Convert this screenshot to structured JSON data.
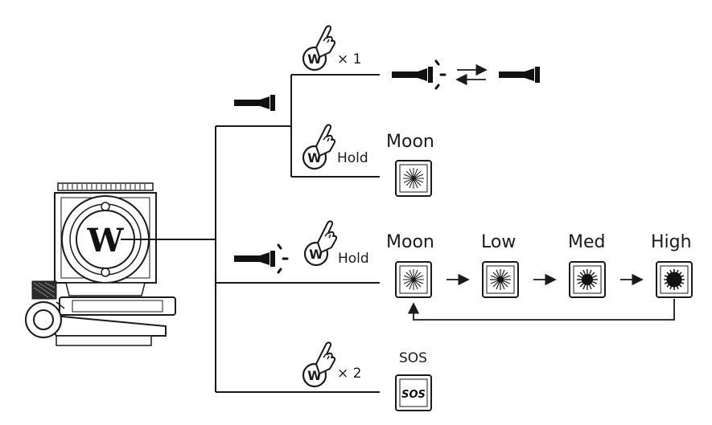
{
  "device": {
    "button_letter": "W"
  },
  "actions": {
    "click_once": "× 1",
    "hold_on": "Hold",
    "hold_off": "Hold",
    "click_twice": "× 2"
  },
  "modes": {
    "moon_single": "Moon",
    "cycle": [
      "Moon",
      "Low",
      "Med",
      "High"
    ],
    "sos_label": "SOS",
    "sos_icon_text": "SOS"
  },
  "colors": {
    "line": "#1a1a1a",
    "fill": "#111111"
  }
}
